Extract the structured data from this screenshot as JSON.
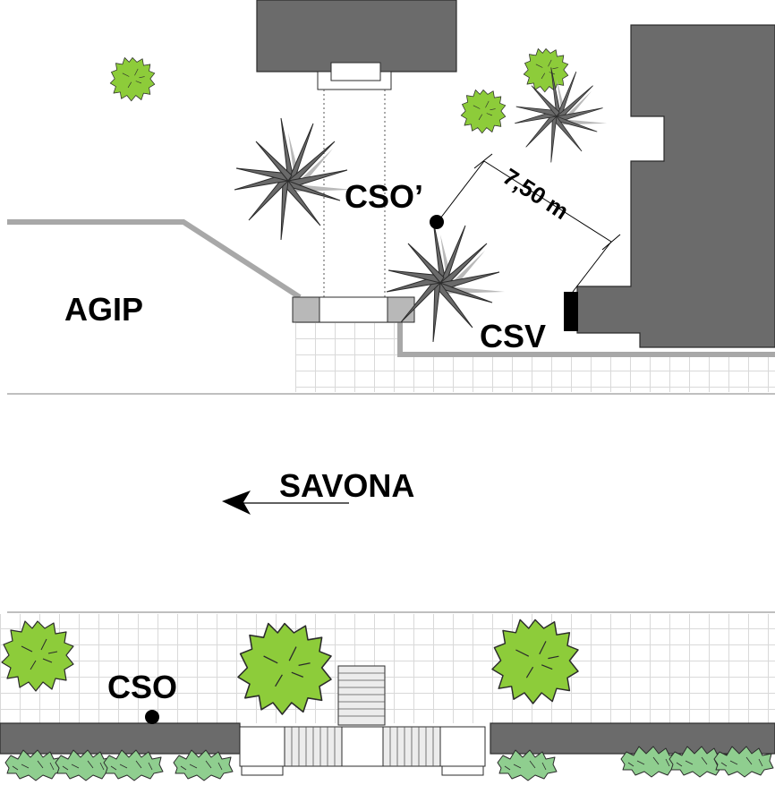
{
  "labels": {
    "agip": "AGIP",
    "cso_prime": "CSO’",
    "csv": "CSV",
    "savona": "SAVONA",
    "cso": "CSO",
    "distance": "7,50 m"
  },
  "colors": {
    "building": "#6b6b6b",
    "building_stroke": "#2b2b2b",
    "boundary": "#a8a8a8",
    "grid": "#d9d9d9",
    "tree_green": "#8dcc3a",
    "shrub_green": "#8fce8f",
    "palm": "#6a6a6a",
    "palm_shadow": "#b9b9b9"
  },
  "icons": {
    "arrow": "arrow-left-icon",
    "point": "dot-icon"
  }
}
